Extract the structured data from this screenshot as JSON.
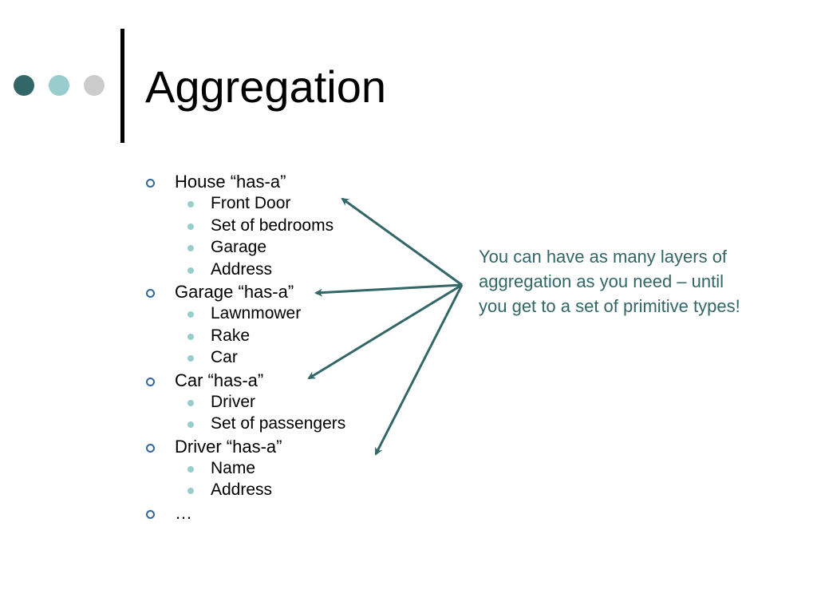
{
  "slide": {
    "title": "Aggregation",
    "colors": {
      "accent_dark": "#336666",
      "accent_light": "#99cccc",
      "accent_gray": "#cccccc",
      "bullet_sub": "#99cccc",
      "bullet_main_ring": "#336699",
      "note_text": "#336666",
      "arrow": "#336666"
    },
    "decor_icons": [
      "dark-teal-dot-icon",
      "light-teal-dot-icon",
      "gray-dot-icon"
    ],
    "outline": [
      {
        "label": "House “has-a”",
        "children": [
          "Front Door",
          "Set of bedrooms",
          "Garage",
          "Address"
        ]
      },
      {
        "label": "Garage “has-a”",
        "children": [
          "Lawnmower",
          "Rake",
          "Car"
        ]
      },
      {
        "label": "Car “has-a”",
        "children": [
          "Driver",
          "Set of passengers"
        ]
      },
      {
        "label": "Driver “has-a”",
        "children": [
          "Name",
          "Address"
        ]
      },
      {
        "label": "…",
        "children": []
      }
    ],
    "note": "You can have as many layers of aggregation as you need – until you get to a set of primitive types!"
  }
}
